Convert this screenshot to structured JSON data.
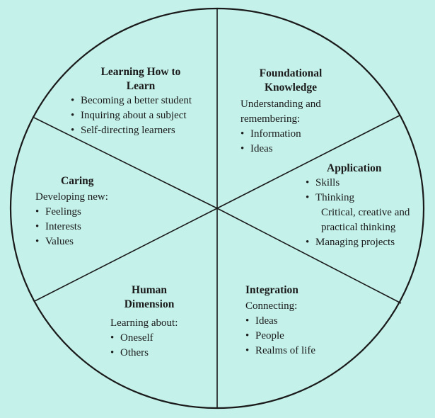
{
  "colors": {
    "background": "#c4f1ea",
    "ink": "#1a1a1a"
  },
  "segments": {
    "learning": {
      "title": "Learning How to Learn",
      "items": [
        "Becoming a better student",
        "Inquiring about a subject",
        "Self-directing learners"
      ]
    },
    "foundational": {
      "title": "Foundational Knowledge",
      "intro": "Understanding and remembering:",
      "items": [
        "Information",
        "Ideas"
      ]
    },
    "application": {
      "title": "Application",
      "items": [
        "Skills",
        "Thinking"
      ],
      "sub": "Critical, creative and practical thinking",
      "last": "Managing projects"
    },
    "caring": {
      "title": "Caring",
      "intro": "Developing new:",
      "items": [
        "Feelings",
        "Interests",
        "Values"
      ]
    },
    "human": {
      "title": "Human Dimension",
      "intro": "Learning about:",
      "items": [
        "Oneself",
        "Others"
      ]
    },
    "integration": {
      "title": "Integration",
      "intro": "Connecting:",
      "items": [
        "Ideas",
        "People",
        "Realms of life"
      ]
    }
  }
}
